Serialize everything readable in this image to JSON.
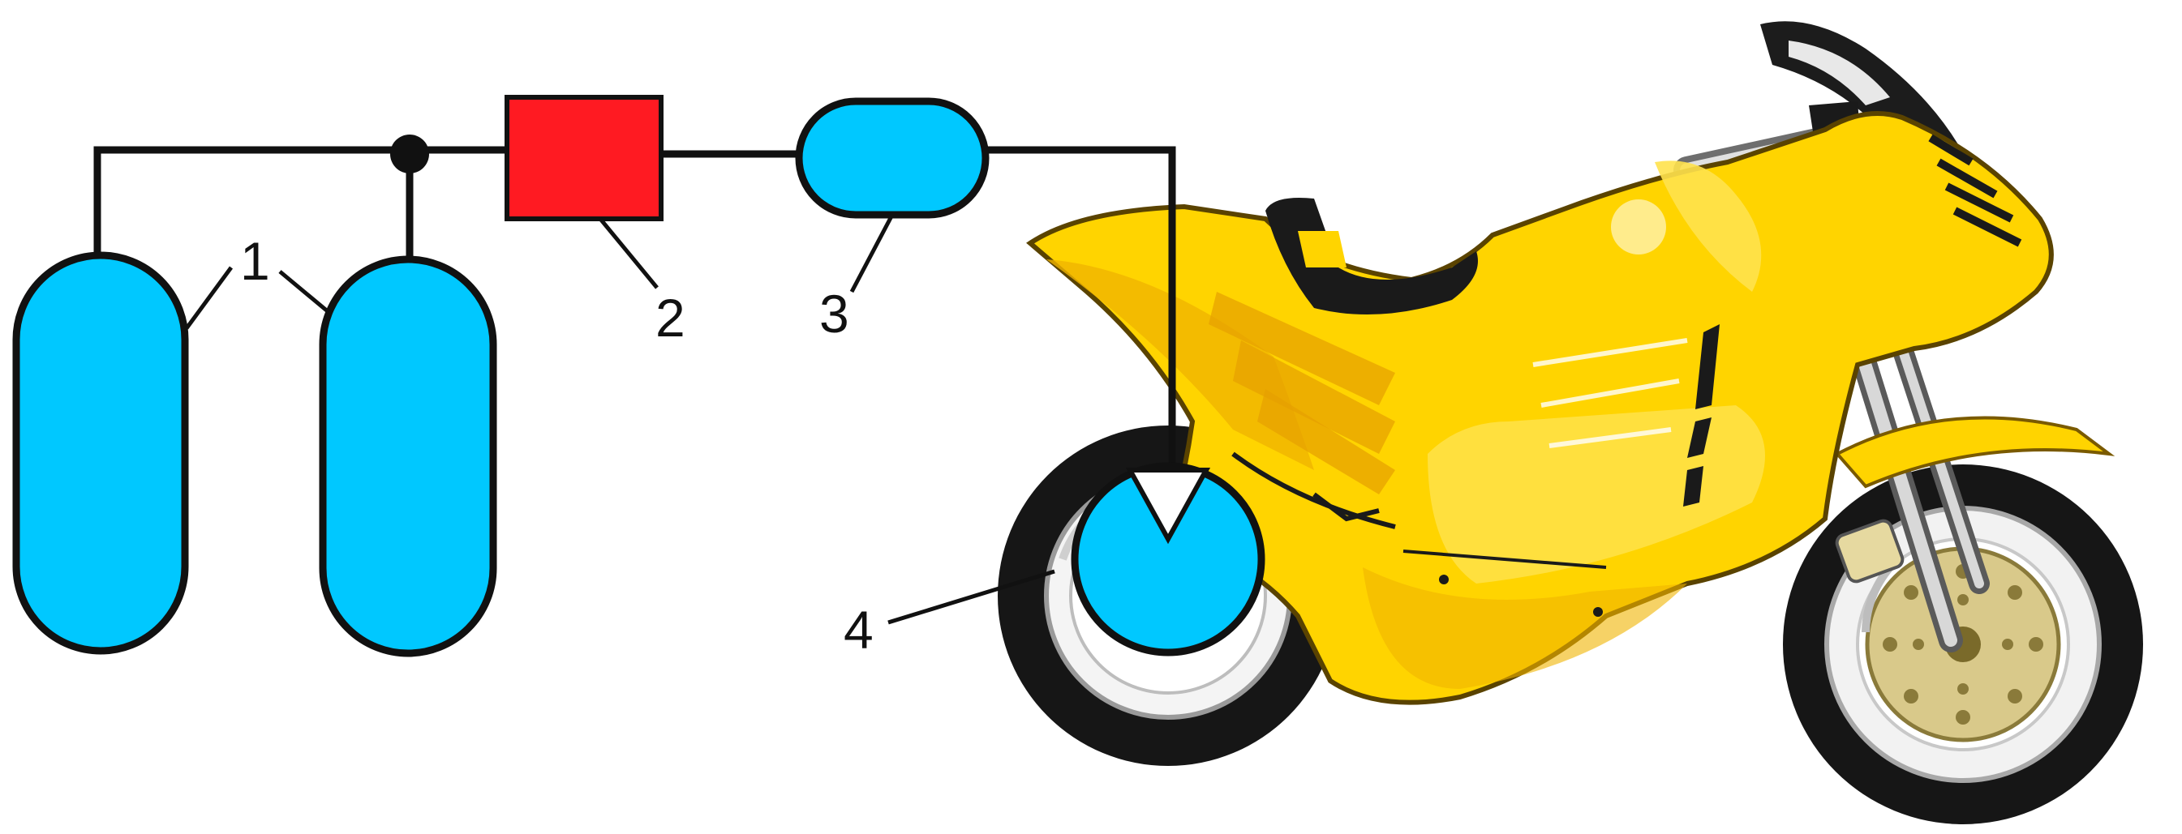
{
  "labels": {
    "tanks": "1",
    "regulator": "2",
    "receiver": "3",
    "motor": "4"
  },
  "colors": {
    "vessel": "#00c8ff",
    "regulator": "#ff1a22",
    "pipe": "#111111",
    "body_yellow": "#ffd400",
    "body_shadow": "#e0a800",
    "tire": "#161616",
    "disc": "#d9c98a"
  },
  "icons": [
    "gas-tank",
    "pressure-regulator",
    "receiver-vessel",
    "pneumatic-motor",
    "motorcycle"
  ]
}
